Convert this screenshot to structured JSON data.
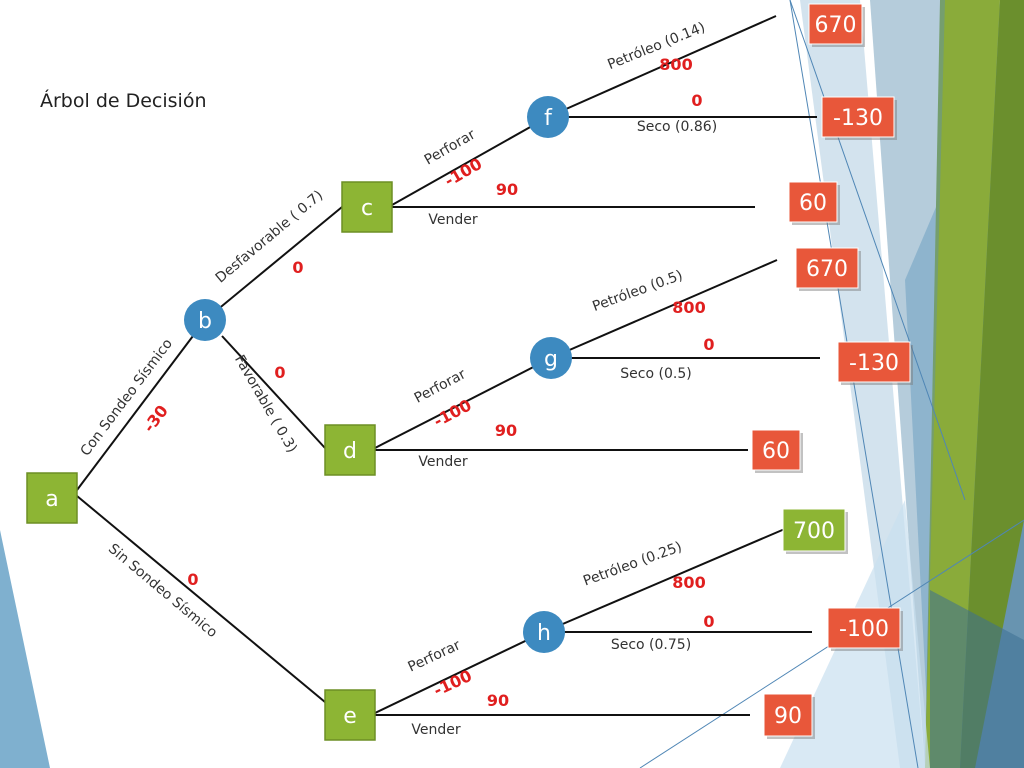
{
  "title": "Árbol de Decisión",
  "colors": {
    "decision": "#8db534",
    "chance": "#3d8ac0",
    "result_red": "#e8573a",
    "result_green": "#8db534",
    "value_red": "#e01f1f",
    "line": "#111111"
  },
  "nodes": [
    {
      "id": "a",
      "label": "a",
      "kind": "decision"
    },
    {
      "id": "b",
      "label": "b",
      "kind": "chance"
    },
    {
      "id": "c",
      "label": "c",
      "kind": "decision"
    },
    {
      "id": "d",
      "label": "d",
      "kind": "decision"
    },
    {
      "id": "e",
      "label": "e",
      "kind": "decision"
    },
    {
      "id": "f",
      "label": "f",
      "kind": "chance"
    },
    {
      "id": "g",
      "label": "g",
      "kind": "chance"
    },
    {
      "id": "h",
      "label": "h",
      "kind": "chance"
    }
  ],
  "branches": [
    {
      "id": "a-b",
      "label": "Con Sondeo Sísmico",
      "value": "-30"
    },
    {
      "id": "a-e",
      "label": "Sin Sondeo Sísmico",
      "value": "0"
    },
    {
      "id": "b-c",
      "label": "Desfavorable ( 0.7)",
      "value": "0"
    },
    {
      "id": "b-d",
      "label": "Favorable ( 0.3)",
      "value": "0"
    },
    {
      "id": "c-f",
      "label": "Perforar",
      "value": "-100"
    },
    {
      "id": "c-vender",
      "label": "Vender",
      "value": "90"
    },
    {
      "id": "f-petroleo",
      "label": "Petróleo (0.14)",
      "value": "800"
    },
    {
      "id": "f-seco",
      "label": "Seco (0.86)",
      "value": "0"
    },
    {
      "id": "d-g",
      "label": "Perforar",
      "value": "-100"
    },
    {
      "id": "d-vender",
      "label": "Vender",
      "value": "90"
    },
    {
      "id": "g-petroleo",
      "label": "Petróleo (0.5)",
      "value": "800"
    },
    {
      "id": "g-seco",
      "label": "Seco (0.5)",
      "value": "0"
    },
    {
      "id": "e-h",
      "label": "Perforar",
      "value": "-100"
    },
    {
      "id": "e-vender",
      "label": "Vender",
      "value": "90"
    },
    {
      "id": "h-petroleo",
      "label": "Petróleo (0.25)",
      "value": "800"
    },
    {
      "id": "h-seco",
      "label": "Seco (0.75)",
      "value": "0"
    }
  ],
  "results": [
    {
      "id": "f-petroleo",
      "value": "670",
      "tone": "red"
    },
    {
      "id": "f-seco",
      "value": "-130",
      "tone": "red"
    },
    {
      "id": "c-vender",
      "value": "60",
      "tone": "red"
    },
    {
      "id": "g-petroleo",
      "value": "670",
      "tone": "red"
    },
    {
      "id": "g-seco",
      "value": "-130",
      "tone": "red"
    },
    {
      "id": "d-vender",
      "value": "60",
      "tone": "red"
    },
    {
      "id": "h-petroleo",
      "value": "700",
      "tone": "green"
    },
    {
      "id": "h-seco",
      "value": "-100",
      "tone": "red"
    },
    {
      "id": "e-vender",
      "value": "90",
      "tone": "red"
    }
  ]
}
